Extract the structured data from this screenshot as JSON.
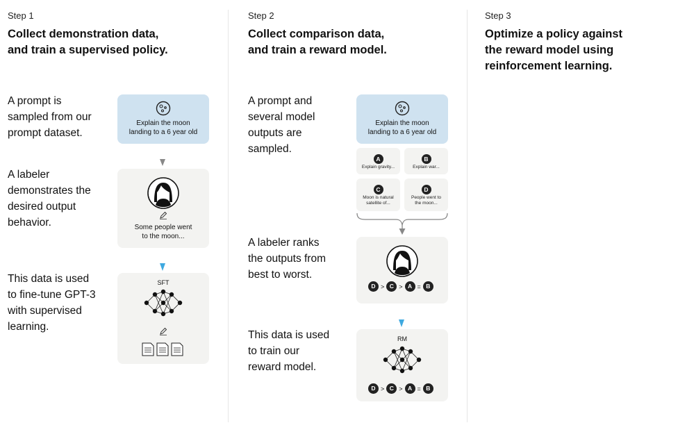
{
  "step1": {
    "label": "Step 1",
    "title": "Collect demonstration data,\nand train a supervised policy.",
    "desc1": "A prompt is\nsampled from our\nprompt dataset.",
    "desc2": "A labeler\ndemonstrates the\ndesired output\nbehavior.",
    "desc3": "This data is used\nto fine-tune GPT-3\nwith supervised\nlearning.",
    "prompt_text": "Explain the moon\nlanding to a 6 year old",
    "demo_text": "Some people went\nto the moon...",
    "model_label": "SFT"
  },
  "step2": {
    "label": "Step 2",
    "title": "Collect comparison data,\nand train a reward model.",
    "desc1": "A prompt and\nseveral model\noutputs are\nsampled.",
    "desc2": "A labeler ranks\nthe outputs from\nbest to worst.",
    "desc3": "This data is used\nto train our\nreward model.",
    "prompt_text": "Explain the moon\nlanding to a 6 year old",
    "outputs": [
      {
        "letter": "A",
        "text": "Explain gravity..."
      },
      {
        "letter": "B",
        "text": "Explain war..."
      },
      {
        "letter": "C",
        "text": "Moon is natural\nsatellite of..."
      },
      {
        "letter": "D",
        "text": "People went to\nthe moon..."
      }
    ],
    "ranking": {
      "l1": "D",
      "op1": ">",
      "l2": "C",
      "op2": ">",
      "l3": "A",
      "op3": "=",
      "l4": "B"
    },
    "model_label": "RM"
  },
  "step3": {
    "label": "Step 3",
    "title": "Optimize a policy against\nthe reward model using\nreinforcement learning."
  },
  "colors": {
    "arrow_gray": "#888888",
    "arrow_blue": "#3fa9e0",
    "prompt_box": "#cfe2f0",
    "panel_box": "#f3f3f1"
  }
}
